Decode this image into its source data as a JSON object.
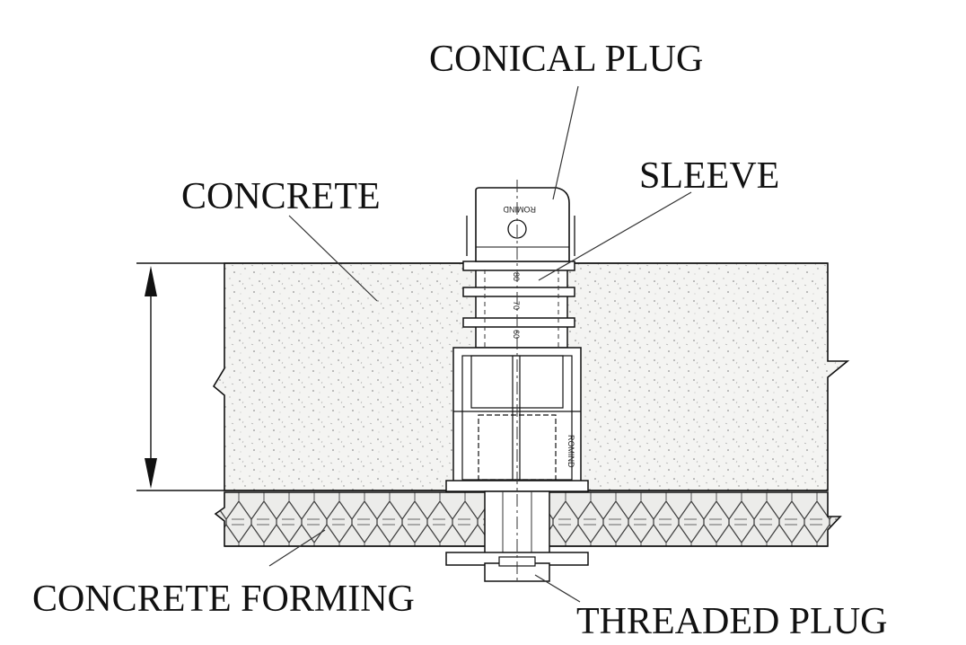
{
  "labels": {
    "conical_plug": "CONICAL PLUG",
    "sleeve": "SLEEVE",
    "concrete": "CONCRETE",
    "concrete_forming": "CONCRETE FORMING",
    "threaded_plug": "THREADED PLUG"
  },
  "markings": {
    "brand_top": "ROMIND",
    "brand_side": "ROMIND",
    "scale_80": "80",
    "scale_70": "70",
    "scale_60": "60"
  },
  "colors": {
    "line": "#111111",
    "concrete_fill": "#f2f2f0",
    "forming_fill": "#ebebea",
    "background": "#ffffff"
  }
}
